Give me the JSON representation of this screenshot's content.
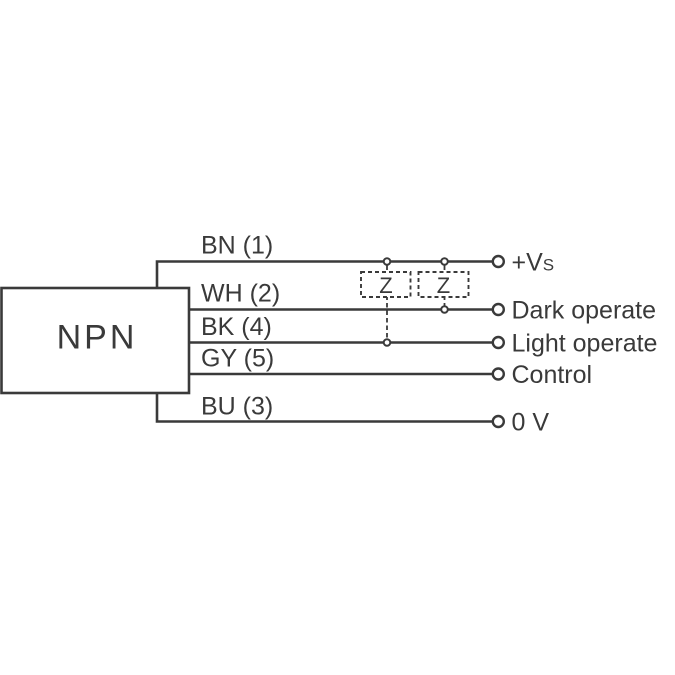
{
  "diagram": {
    "kind": "sensor-output-wiring-diagram",
    "device": {
      "label": "NPN"
    },
    "wires": [
      {
        "code": "BN (1)",
        "terminal": "+V",
        "terminal_sub": "S"
      },
      {
        "code": "WH (2)",
        "terminal": "Dark operate"
      },
      {
        "code": "BK (4)",
        "terminal": "Light operate"
      },
      {
        "code": "GY (5)",
        "terminal": "Control"
      },
      {
        "code": "BU (3)",
        "terminal": "0 V"
      }
    ],
    "impedance": {
      "symbol": "Z"
    },
    "colors": {
      "ink": "#3a3a3a",
      "background": "#ffffff"
    }
  }
}
